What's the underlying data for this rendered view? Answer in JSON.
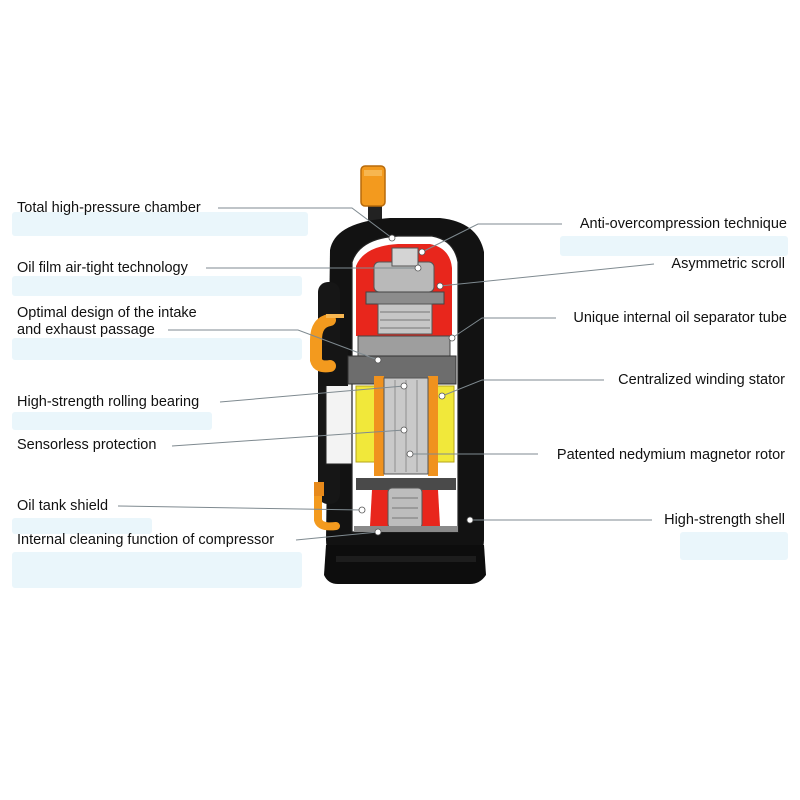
{
  "labels_left": [
    {
      "id": "total-high-pressure-chamber",
      "text": "Total high-pressure chamber"
    },
    {
      "id": "oil-film-air-tight-technology",
      "text": "Oil film air-tight technology"
    },
    {
      "id": "optimal-design-line1",
      "text": "Optimal design of the intake"
    },
    {
      "id": "optimal-design-line2",
      "text": "and exhaust passage"
    },
    {
      "id": "high-strength-rolling-bearing",
      "text": "High-strength rolling bearing"
    },
    {
      "id": "sensorless-protection",
      "text": "Sensorless protection"
    },
    {
      "id": "oil-tank-shield",
      "text": "Oil tank shield"
    },
    {
      "id": "internal-cleaning-function",
      "text": "Internal cleaning function of compressor"
    }
  ],
  "labels_right": [
    {
      "id": "anti-overcompression-technique",
      "text": "Anti-overcompression technique"
    },
    {
      "id": "asymmetric-scroll",
      "text": "Asymmetric scroll"
    },
    {
      "id": "unique-internal-oil-separator-tube",
      "text": "Unique internal oil separator tube"
    },
    {
      "id": "centralized-winding-stator",
      "text": "Centralized winding stator"
    },
    {
      "id": "patented-nedymium-magnetor-rotor",
      "text": "Patented nedymium magnetor rotor"
    },
    {
      "id": "high-strength-shell",
      "text": "High-strength shell"
    }
  ],
  "colors": {
    "shell": "#111111",
    "chamber": "#e8261c",
    "stator": "#f1e83a",
    "pipe": "#f39a1e",
    "metal": "#b9b9b9",
    "leader": "#7f8a90"
  }
}
